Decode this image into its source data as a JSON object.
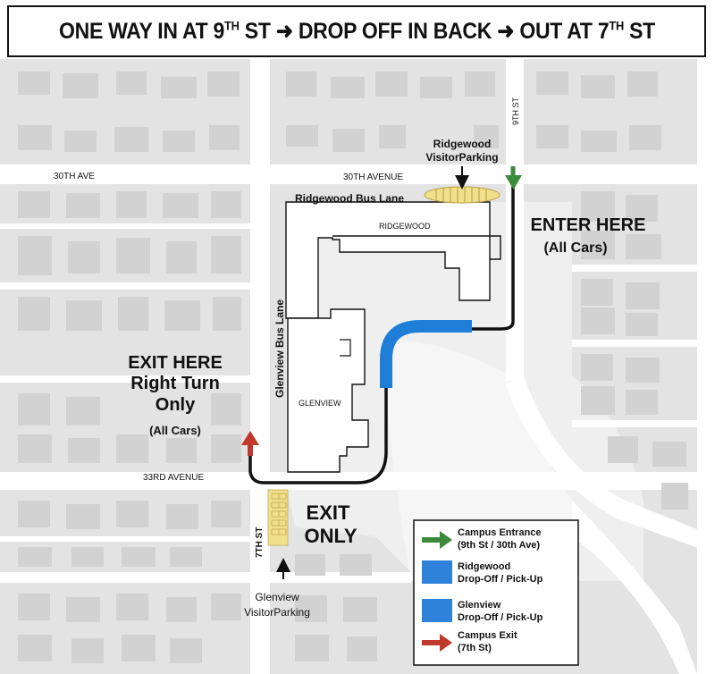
{
  "banner": {
    "seg1": "ONE WAY IN AT 9",
    "seg1_sup": "TH",
    "seg1_end": " ST",
    "seg2": "DROP OFF IN BACK",
    "seg3": "OUT AT 7",
    "seg3_sup": "TH",
    "seg3_end": " ST"
  },
  "streets": {
    "ave30_left": "30TH AVE",
    "ave30_mid": "30TH AVENUE",
    "ave33": "33RD AVENUE",
    "st9": "9TH ST",
    "st7": "7TH ST"
  },
  "buildings": {
    "ridgewood": "RIDGEWOOD",
    "glenview": "GLENVIEW"
  },
  "lanes": {
    "ridgewood_bus": "Ridgewood Bus Lane",
    "glenview_bus": "Glenview Bus Lane"
  },
  "parking": {
    "ridgewood_line1": "Ridgewood",
    "ridgewood_line2": "VisitorParking",
    "glenview_line1": "Glenview",
    "glenview_line2": "VisitorParking"
  },
  "callouts": {
    "enter_line1": "ENTER HERE",
    "enter_line2": "(All Cars)",
    "exit_line1": "EXIT HERE",
    "exit_line2": "Right Turn",
    "exit_line3": "Only",
    "exit_line4": "(All  Cars)",
    "exit_only_line1": "EXIT",
    "exit_only_line2": "ONLY"
  },
  "legend": {
    "items": [
      {
        "line1": "Campus Entrance",
        "line2": "(9th St / 30th Ave)",
        "symbol": "green-arrow-icon"
      },
      {
        "line1": "Ridgewood",
        "line2": "Drop-Off / Pick-Up",
        "symbol": "blue-box"
      },
      {
        "line1": "Glenview",
        "line2": "Drop-Off / Pick-Up",
        "symbol": "blue-box"
      },
      {
        "line1": "Campus Exit",
        "line2": "(7th St)",
        "symbol": "red-arrow-icon"
      }
    ]
  },
  "colors": {
    "route": "#111111",
    "dropoff_blue": "#1f7fd8",
    "legend_blue": "#2f82d9",
    "entrance_green": "#3c8a3c",
    "exit_red": "#c0392b",
    "parking_yellow": "#f1e08a",
    "road": "#ffffff",
    "block": "#e3e3e3",
    "house": "#d2d2d2"
  }
}
